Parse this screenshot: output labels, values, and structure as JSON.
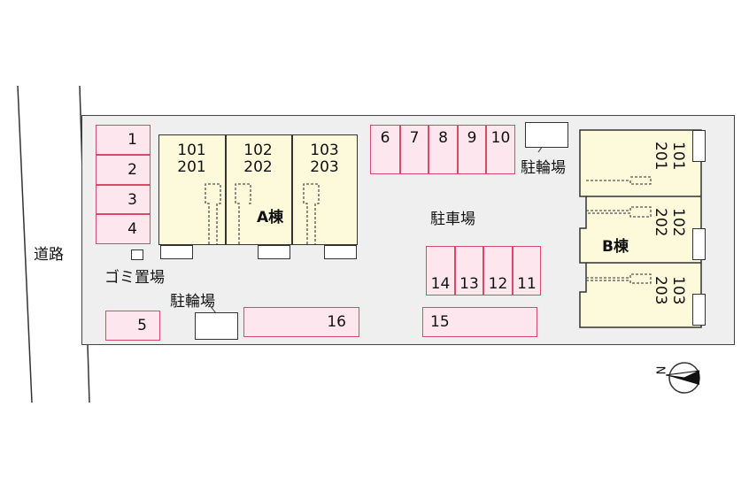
{
  "road_label": "道路",
  "parking_label": "駐車場",
  "bike_label_top": "駐輪場",
  "bike_label_bottom": "駐輪場",
  "trash_label": "ゴミ置場",
  "building_a": {
    "name": "A棟",
    "units": [
      {
        "top": "101",
        "bottom": "201"
      },
      {
        "top": "102",
        "bottom": "202"
      },
      {
        "top": "103",
        "bottom": "203"
      }
    ]
  },
  "building_b": {
    "name": "B棟",
    "units": [
      {
        "top": "101",
        "bottom": "201"
      },
      {
        "top": "102",
        "bottom": "202"
      },
      {
        "top": "103",
        "bottom": "203"
      }
    ]
  },
  "parking": {
    "left_column": [
      "1",
      "2",
      "3",
      "4"
    ],
    "top_row": [
      "6",
      "7",
      "8",
      "9",
      "10"
    ],
    "middle_row": [
      "14",
      "13",
      "12",
      "11"
    ],
    "space_5": "5",
    "space_16": "16",
    "space_15": "15"
  },
  "compass": "N",
  "colors": {
    "parking_fill": "#fde6ee",
    "parking_border": "#d84a6a",
    "building_fill": "#fcfadb",
    "lot_fill": "#efefef"
  }
}
